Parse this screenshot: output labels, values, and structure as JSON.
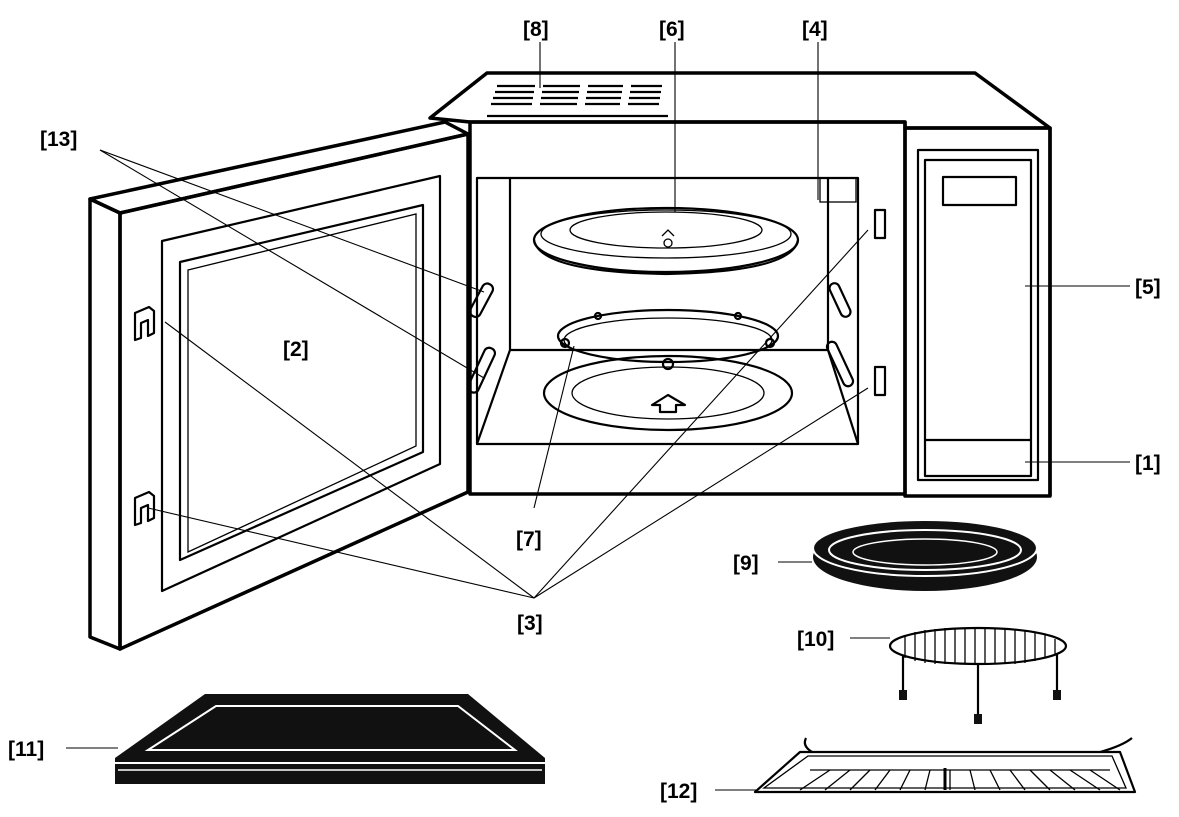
{
  "callouts": {
    "c1": "[1]",
    "c2": "[2]",
    "c3": "[3]",
    "c4": "[4]",
    "c5": "[5]",
    "c6": "[6]",
    "c7": "[7]",
    "c8": "[8]",
    "c9": "[9]",
    "c10": "[10]",
    "c11": "[11]",
    "c12": "[12]",
    "c13": "[13]"
  },
  "colors": {
    "line": "#000000",
    "background": "#ffffff",
    "tray_fill": "#111111"
  }
}
